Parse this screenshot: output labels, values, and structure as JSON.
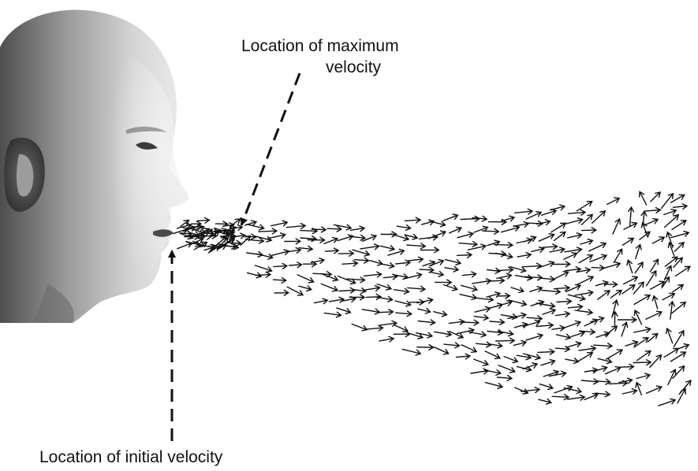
{
  "annotations": {
    "max_velocity_line1": "Location of maximum",
    "max_velocity_line2": "velocity",
    "initial_velocity": "Location of initial velocity"
  },
  "colors": {
    "arrow": "#111111",
    "skin_light": "#e2e2e2",
    "skin_mid": "#a9a9a9",
    "skin_dark": "#5c5c5c",
    "background": "#ffffff"
  }
}
